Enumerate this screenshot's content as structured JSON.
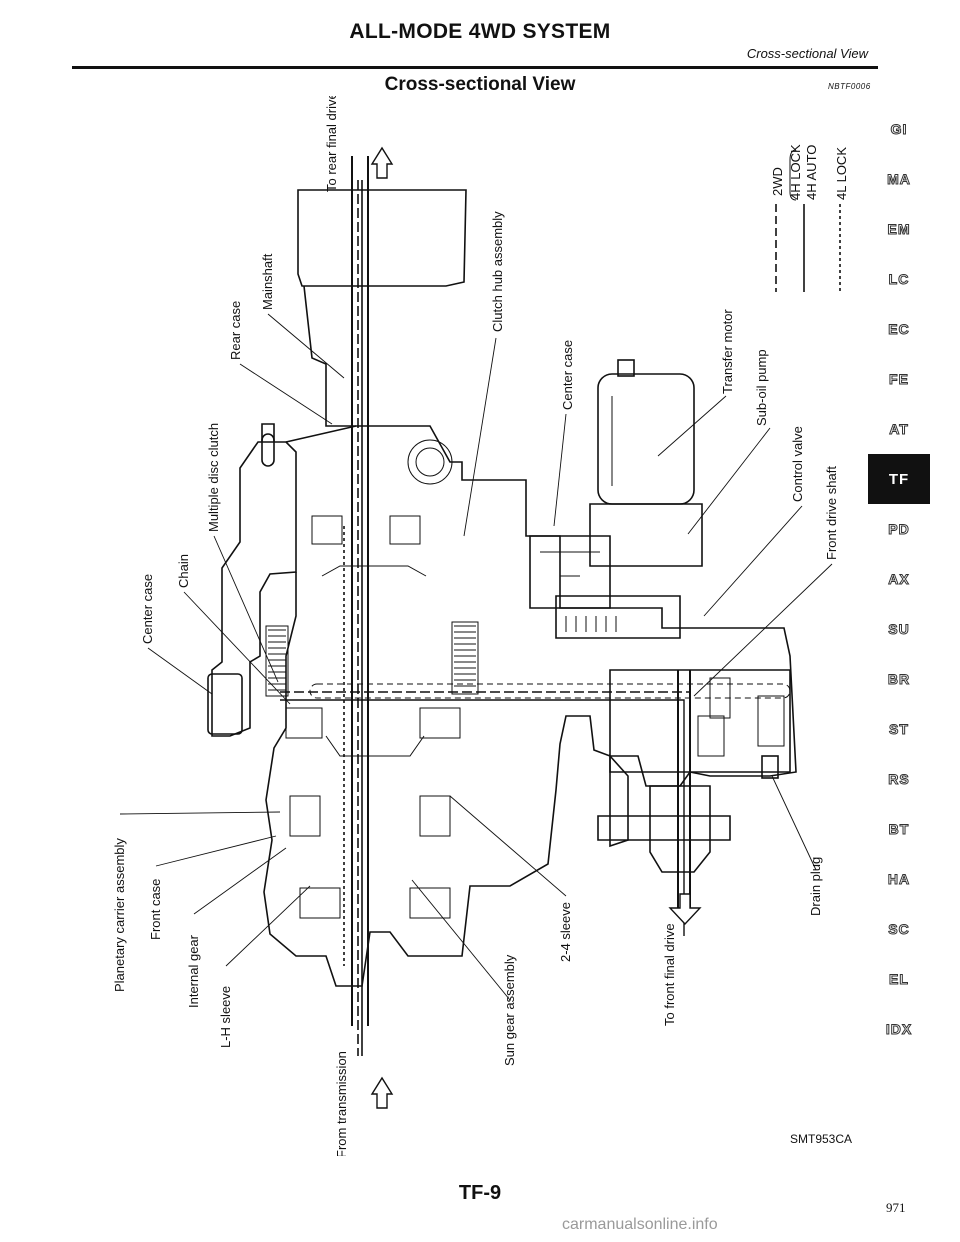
{
  "header": {
    "title": "ALL-MODE 4WD SYSTEM",
    "right_label": "Cross-sectional View"
  },
  "section": {
    "title": "Cross-sectional View",
    "code": "NBTF0006"
  },
  "side_index": [
    "GI",
    "MA",
    "EM",
    "LC",
    "EC",
    "FE",
    "AT",
    "TF",
    "PD",
    "AX",
    "SU",
    "BR",
    "ST",
    "RS",
    "BT",
    "HA",
    "SC",
    "EL",
    "IDX"
  ],
  "side_index_active": "TF",
  "diagram": {
    "flow_top": "To rear final drive",
    "flow_bottom_left": "From transmission",
    "flow_bottom_right": "To front final drive",
    "labels": {
      "rear_case": "Rear case",
      "mainshaft": "Mainshaft",
      "clutch_hub_assembly": "Clutch hub assembly",
      "multiple_disc_clutch": "Multiple disc clutch",
      "center_case_top": "Center case",
      "transfer_motor": "Transfer motor",
      "sub_oil_pump": "Sub-oil pump",
      "control_valve": "Control valve",
      "front_drive_shaft": "Front drive shaft",
      "center_case_left": "Center case",
      "chain": "Chain",
      "planetary_carrier_assembly": "Planetary carrier assembly",
      "front_case": "Front case",
      "internal_gear": "Internal gear",
      "lh_sleeve": "L-H sleeve",
      "sun_gear_assembly": "Sun gear assembly",
      "sleeve_2_4": "2-4 sleeve",
      "drain_plug": "Drain plug"
    },
    "legend": {
      "two_wd": "2WD",
      "four_h_lock": "4H LOCK",
      "four_h_auto": "4H AUTO",
      "four_l_lock": "4L LOCK"
    }
  },
  "figure_id": "SMT953CA",
  "page_number": "TF-9",
  "corner_number": "971",
  "watermark": "carmanualsonline.info"
}
